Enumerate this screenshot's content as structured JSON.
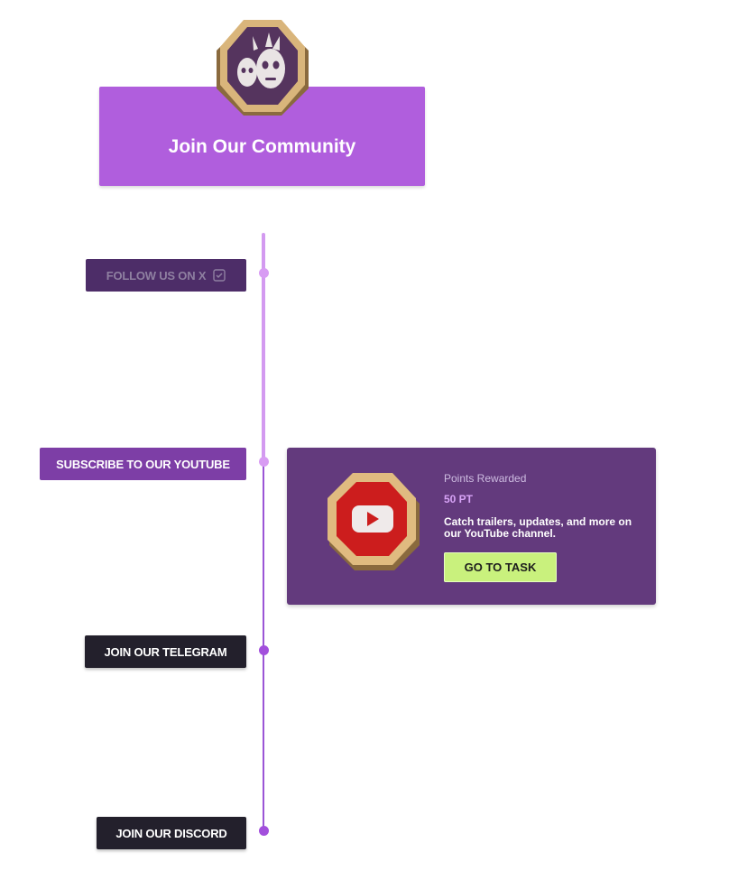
{
  "header": {
    "title": "Join Our Community",
    "badge_icon": "tribal-mask-icon"
  },
  "tasks": [
    {
      "label": "FOLLOW US ON X",
      "state": "completed",
      "icon": "checkbox-checked-icon"
    },
    {
      "label": "SUBSCRIBE TO OUR YOUTUBE",
      "state": "active"
    },
    {
      "label": "JOIN OUR TELEGRAM",
      "state": "pending"
    },
    {
      "label": "JOIN OUR DISCORD",
      "state": "pending"
    }
  ],
  "detail": {
    "points_label": "Points Rewarded",
    "points_value": "50 PT",
    "description": "Catch trailers, updates, and more on our YouTube channel.",
    "button_label": "GO TO TASK",
    "icon": "youtube-icon"
  },
  "colors": {
    "header": "#b05edd",
    "card": "#633a7d",
    "accent_button": "#c9f17d",
    "youtube_red": "#cc1d1d",
    "badge_gold": "#c9a060"
  }
}
